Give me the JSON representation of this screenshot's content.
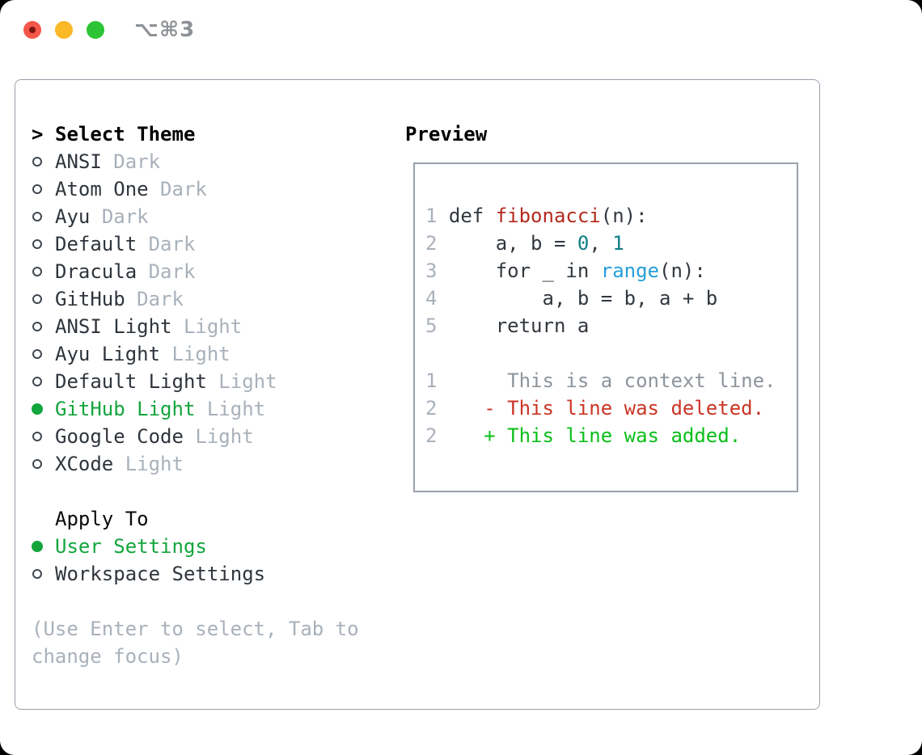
{
  "titlebar": {
    "title": "⌥⌘3",
    "traffic_colors": {
      "close": "#f4564a",
      "minimize": "#fbb827",
      "zoom": "#2cc434"
    }
  },
  "theme_picker": {
    "prompt": ">",
    "header": "Select Theme",
    "themes": [
      {
        "name": "ANSI",
        "variant": "Dark",
        "selected": false
      },
      {
        "name": "Atom One",
        "variant": "Dark",
        "selected": false
      },
      {
        "name": "Ayu",
        "variant": "Dark",
        "selected": false
      },
      {
        "name": "Default",
        "variant": "Dark",
        "selected": false
      },
      {
        "name": "Dracula",
        "variant": "Dark",
        "selected": false
      },
      {
        "name": "GitHub",
        "variant": "Dark",
        "selected": false
      },
      {
        "name": "ANSI Light",
        "variant": "Light",
        "selected": false
      },
      {
        "name": "Ayu Light",
        "variant": "Light",
        "selected": false
      },
      {
        "name": "Default Light",
        "variant": "Light",
        "selected": false
      },
      {
        "name": "GitHub Light",
        "variant": "Light",
        "selected": true
      },
      {
        "name": "Google Code",
        "variant": "Light",
        "selected": false
      },
      {
        "name": "XCode",
        "variant": "Light",
        "selected": false
      }
    ],
    "apply_to": {
      "header": "Apply To",
      "options": [
        {
          "label": "User Settings",
          "selected": true
        },
        {
          "label": "Workspace Settings",
          "selected": false
        }
      ]
    },
    "hint": "(Use Enter to select, Tab to change focus)"
  },
  "preview": {
    "header": "Preview",
    "lines": [
      {
        "segments": [
          {
            "t": "1 ",
            "c": "ln"
          },
          {
            "t": "def ",
            "c": "code"
          },
          {
            "t": "fibonacci",
            "c": "red"
          },
          {
            "t": "(n):",
            "c": "code"
          }
        ]
      },
      {
        "segments": [
          {
            "t": "2 ",
            "c": "ln"
          },
          {
            "t": "    a, b = ",
            "c": "code"
          },
          {
            "t": "0",
            "c": "num"
          },
          {
            "t": ", ",
            "c": "code"
          },
          {
            "t": "1",
            "c": "num"
          }
        ]
      },
      {
        "segments": [
          {
            "t": "3 ",
            "c": "ln"
          },
          {
            "t": "    for _ in ",
            "c": "code"
          },
          {
            "t": "range",
            "c": "blue"
          },
          {
            "t": "(n):",
            "c": "code"
          }
        ]
      },
      {
        "segments": [
          {
            "t": "4 ",
            "c": "ln"
          },
          {
            "t": "        a, b = b, a + b",
            "c": "code"
          }
        ]
      },
      {
        "segments": [
          {
            "t": "5 ",
            "c": "ln"
          },
          {
            "t": "    return a",
            "c": "code"
          }
        ]
      },
      {
        "segments": []
      },
      {
        "segments": [
          {
            "t": "1 ",
            "c": "ln"
          },
          {
            "t": "     This is a context line.",
            "c": "ctx"
          }
        ]
      },
      {
        "segments": [
          {
            "t": "2 ",
            "c": "ln"
          },
          {
            "t": "   - This line was deleted.",
            "c": "del"
          }
        ]
      },
      {
        "segments": [
          {
            "t": "2 ",
            "c": "ln"
          },
          {
            "t": "   + This line was added.",
            "c": "add"
          }
        ]
      }
    ]
  },
  "colors": {
    "selection_green": "#13a53c",
    "added_green": "#0abf1a",
    "deleted_red": "#cb3526",
    "function_red": "#b32a1c",
    "number_teal": "#0d7d85",
    "builtin_blue": "#259fd8",
    "muted_gray": "#a9b1bb",
    "border_gray": "#99a1ab"
  }
}
